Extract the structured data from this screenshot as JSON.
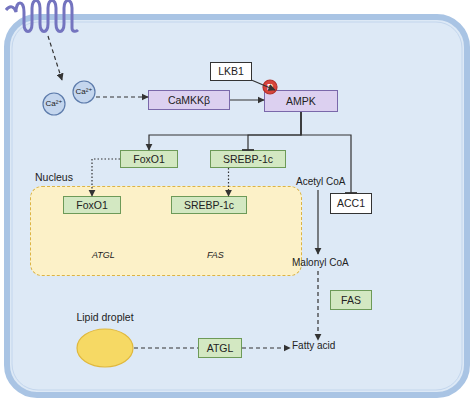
{
  "diagram": {
    "nodes": [
      {
        "text": [
          "LKB1"
        ]
      },
      {
        "text": [
          "Ca²⁺"
        ]
      },
      {
        "text": [
          "Ca²⁺"
        ]
      },
      {
        "text": [
          "CaMKKβ"
        ]
      },
      {
        "text": [
          "P"
        ]
      },
      {
        "text": [
          "AMPK"
        ]
      },
      {
        "text": [
          "FoxO1"
        ]
      },
      {
        "text": [
          "SREBP-1c"
        ]
      },
      {
        "text": [
          "Nucleus"
        ]
      },
      {
        "text": [
          "FoxO1"
        ],
        "in": 8
      },
      {
        "text": [
          "SREBP-1c"
        ],
        "in": 8
      },
      {
        "text": [
          "ACC1"
        ]
      },
      {
        "text": [
          "FAS"
        ]
      },
      {
        "text": [
          "Lipid droplet"
        ]
      },
      {
        "text": [
          "ATGL"
        ]
      }
    ],
    "edges": [
      {
        "from": 1,
        "to": 3,
        "arrow": "to"
      },
      {
        "from": 3,
        "to": 5,
        "arrow": "to"
      },
      {
        "from": 0,
        "to": 5,
        "arrow": "to"
      },
      {
        "from": 5,
        "to": 6,
        "arrow": "to"
      },
      {
        "from": 5,
        "to": 7,
        "arrow": "to"
      },
      {
        "from": 5,
        "to": 11,
        "arrow": "to"
      },
      {
        "from": 6,
        "to": 9,
        "arrow": "to"
      },
      {
        "from": 7,
        "to": 10,
        "arrow": "to"
      },
      {
        "from": 13,
        "to": 14,
        "arrow": "none"
      }
    ],
    "labels": [
      "Acetyl CoA",
      "ATGL",
      "FAS",
      "Malonyl CoA",
      "Fatty acid"
    ]
  }
}
